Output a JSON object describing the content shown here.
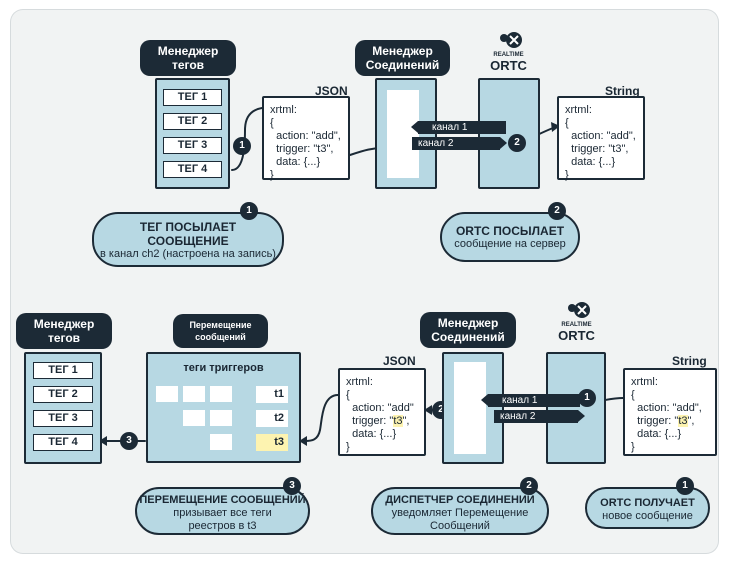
{
  "top": {
    "tag_manager": {
      "line1": "Менеджер",
      "line2": "тегов"
    },
    "tags": [
      "ТЕГ 1",
      "ТЕГ 2",
      "ТЕГ 3",
      "ТЕГ 4"
    ],
    "json_label": "JSON",
    "json_code": "xrtml:\n{\n  action: \"add\",\n  trigger: \"t3\",\n  data: {...}\n}",
    "conn_manager": {
      "line1": "Менеджер",
      "line2": "Соединений"
    },
    "ortc_logo": {
      "small": "REALTIME",
      "big": "ORTC"
    },
    "channels": [
      "канал 1",
      "канал 2"
    ],
    "string_label": "String",
    "string_code": "xrtml:\n{\n  action: \"add\",\n  trigger: \"t3\",\n  data: {...}\n}",
    "bubble1": {
      "num": "1",
      "title1": "ТЕГ ПОСЫЛАЕТ",
      "title2": "СООБЩЕНИЕ",
      "sub": "в канал ch2 (настроена на запись)"
    },
    "bubble2": {
      "num": "2",
      "title": "ORTC ПОСЫЛАЕТ",
      "sub": "сообщение на сервер"
    },
    "step1": "1",
    "step2": "2"
  },
  "bottom": {
    "tag_manager": {
      "line1": "Менеджер",
      "line2": "тегов"
    },
    "tags": [
      "ТЕГ 1",
      "ТЕГ 2",
      "ТЕГ 3",
      "ТЕГ 4"
    ],
    "mover": {
      "line1": "Перемещение",
      "line2": "сообщений"
    },
    "triggers_title": "теги триггеров",
    "triggers": [
      "t1",
      "t2",
      "t3"
    ],
    "json_label": "JSON",
    "json_code_pre": "xrtml:\n{\n  action: \"add\"\n  trigger: \"",
    "json_code_hl": "t3",
    "json_code_post": "\",\n  data: {...}\n}",
    "conn_manager": {
      "line1": "Менеджер",
      "line2": "Соединений"
    },
    "ortc_logo": {
      "small": "REALTIME",
      "big": "ORTC"
    },
    "channels": [
      "канал 1",
      "канал 2"
    ],
    "string_label": "String",
    "string_code_pre": "xrtml:\n{\n  action: \"add\",\n  trigger: \"",
    "string_code_hl": "t3",
    "string_code_post": "\",\n  data: {...}\n}",
    "bubble3": {
      "num": "3",
      "title": "ПЕРЕМЕЩЕНИЕ СООБЩЕНИЙ",
      "sub1": "призывает все теги",
      "sub2": "реестров в t3"
    },
    "bubble2": {
      "num": "2",
      "title": "ДИСПЕТЧЕР СОЕДИНЕНИЙ",
      "sub1": "уведомляет Перемещение",
      "sub2": "Сообщений"
    },
    "bubble1": {
      "num": "1",
      "title": "ORTC ПОЛУЧАЕТ",
      "sub": "новое сообщение"
    },
    "step1": "1",
    "step2": "2",
    "step3": "3"
  },
  "colors": {
    "dark": "#1c2a36",
    "panel": "#b7d8e3",
    "highlight": "#fdf3b0"
  }
}
